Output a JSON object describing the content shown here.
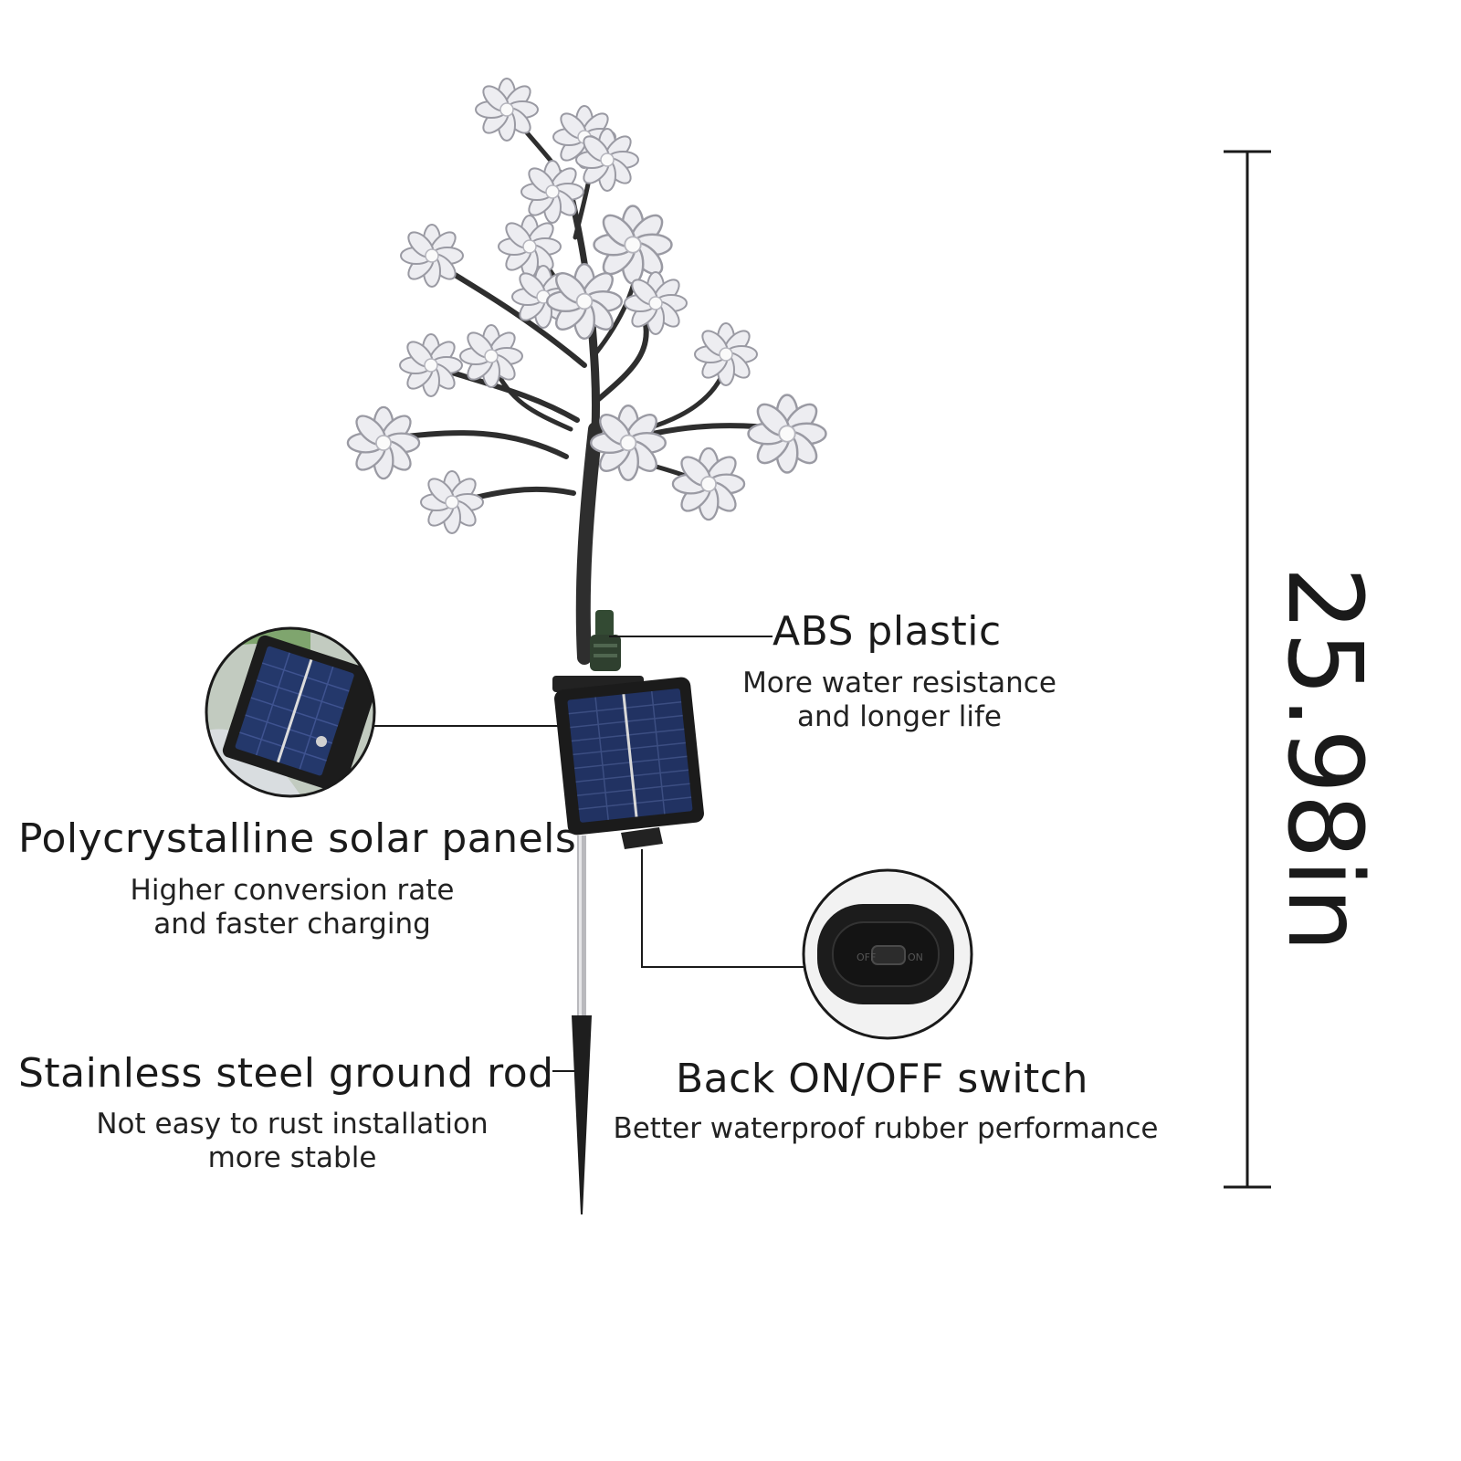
{
  "labels": {
    "abs": {
      "title": "ABS plastic",
      "line1": "More water resistance",
      "line2": "and longer life"
    },
    "solar": {
      "title": "Polycrystalline solar panels",
      "line1": "Higher conversion rate",
      "line2": "and faster charging"
    },
    "rod": {
      "title": "Stainless steel ground rod",
      "line1": "Not easy to rust installation",
      "line2": "more stable"
    },
    "switch": {
      "title": "Back ON/OFF switch",
      "line1": "Better waterproof rubber performance"
    }
  },
  "dimension": {
    "height_text": "25.98in"
  },
  "switch_detail": {
    "off_text": "OFF",
    "on_text": "ON"
  },
  "colors": {
    "ink": "#1a1a1a",
    "trunk": "#2e2e2e",
    "panel": "#1f2f5a",
    "flower": "#e8e8ec"
  }
}
